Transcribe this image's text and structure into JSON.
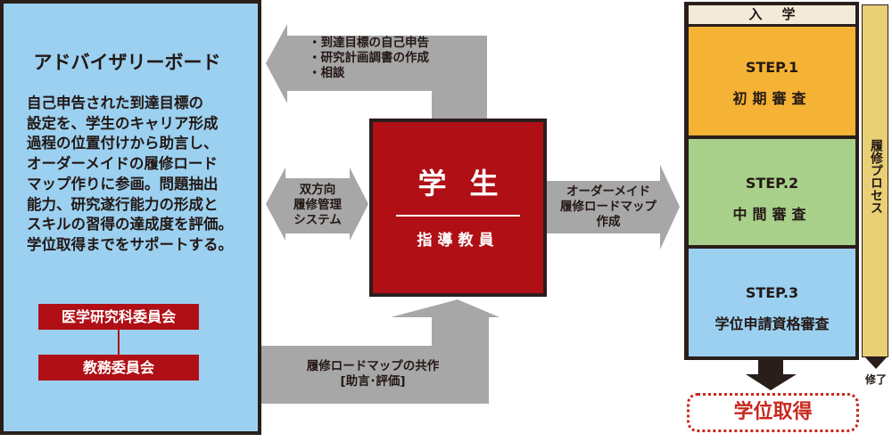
{
  "advisory_board": {
    "title": "アドバイザリーボード",
    "body_lines": [
      "自己申告された到達目標の",
      "設定を、学生のキャリア形成",
      "過程の位置付けから助言し、",
      "オーダーメイドの履修ロード",
      "マップ作りに参画。問題抽出",
      "能力、研究遂行能力の形成と",
      "スキルの習得の達成度を評価。",
      "学位取得までをサポートする。"
    ],
    "committees": [
      "医学研究科委員会",
      "教務委員会"
    ]
  },
  "arrows": {
    "top": [
      "・到達目標の自己申告",
      "・研究計画調書の作成",
      "・相談"
    ],
    "left": [
      "双方向",
      "履修管理",
      "システム"
    ],
    "right": [
      "オーダーメイド",
      "履修ロードマップ",
      "作成"
    ],
    "bottom": [
      "履修ロードマップの共作",
      "[助言･評価]"
    ]
  },
  "student": {
    "title": "学生",
    "subtitle": "指導教員"
  },
  "process": {
    "entry": "入学",
    "steps": [
      {
        "label": "STEP.1",
        "name": "初期審査",
        "color": "#f5b335"
      },
      {
        "label": "STEP.2",
        "name": "中間審査",
        "color": "#a8d08a"
      },
      {
        "label": "STEP.3",
        "name": "学位申請資格審査",
        "color": "#9bd0f0"
      }
    ],
    "side_label": "履修プロセス",
    "completion": "修了",
    "result": "学位取得"
  }
}
